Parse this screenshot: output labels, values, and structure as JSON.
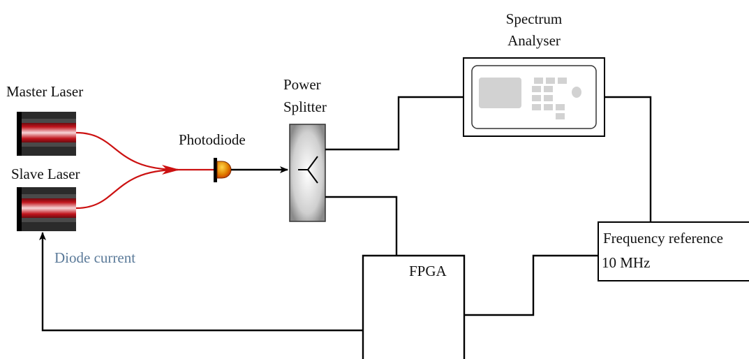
{
  "labels": {
    "master_laser": "Master Laser",
    "slave_laser": "Slave Laser",
    "diode_current": "Diode current",
    "photodiode": "Photodiode",
    "power_splitter_line1": "Power",
    "power_splitter_line2": "Splitter",
    "spectrum_analyser_line1": "Spectrum",
    "spectrum_analyser_line2": "Analyser",
    "fpga": "FPGA",
    "frequency_reference_line1": "Frequency reference",
    "frequency_reference_line2": "10 MHz"
  },
  "colors": {
    "fiber": "#cc1111",
    "annotation": "#5b7a99",
    "laser_body": "#2b2b2b",
    "laser_beam": "#c0141c",
    "photodiode": "#e0a000",
    "splitter_gray": "#9a9a9a",
    "analyser_fill": "#d4d4d4"
  },
  "icons": {
    "laser": "laser-diode-icon",
    "photodiode": "photodiode-icon",
    "splitter": "power-splitter-icon",
    "analyser": "spectrum-analyser-icon"
  }
}
